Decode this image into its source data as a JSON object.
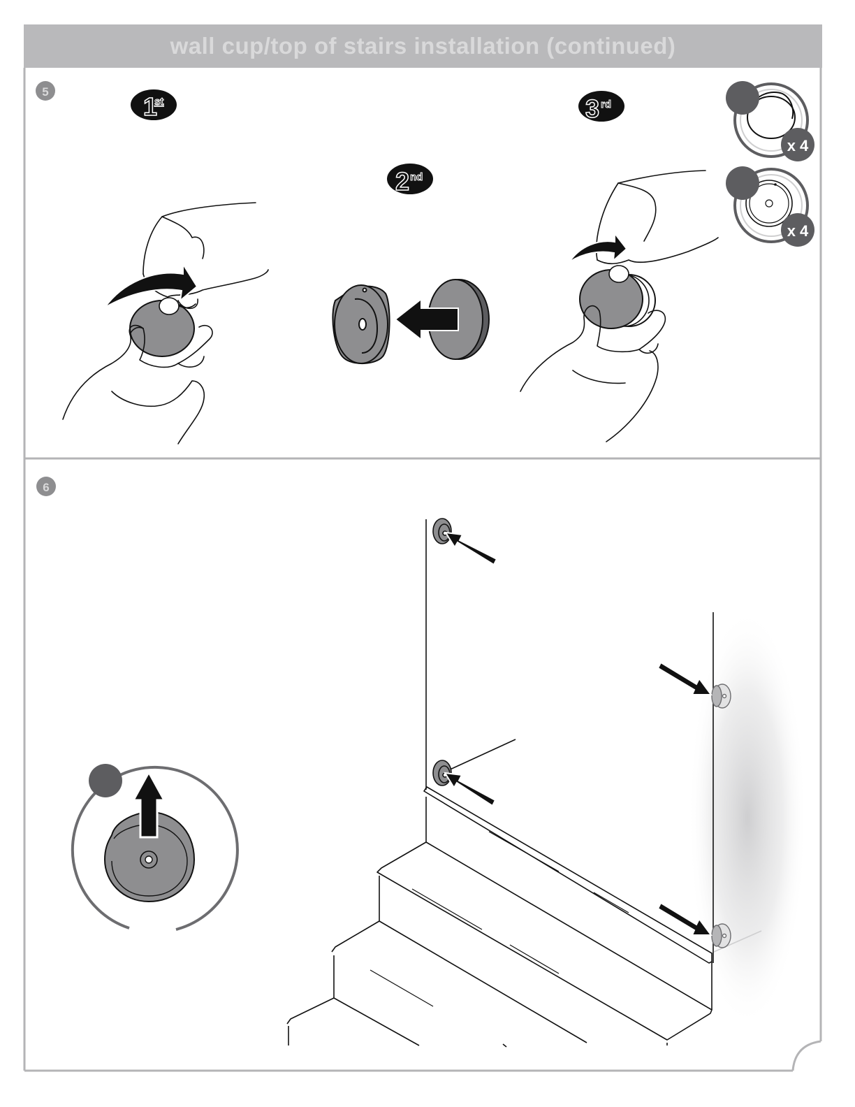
{
  "header": {
    "title": "wall cup/top of stairs installation (continued)"
  },
  "step5": {
    "number": "5",
    "order_badges": [
      {
        "digit": "1",
        "suffix": "st"
      },
      {
        "digit": "2",
        "suffix": "nd"
      },
      {
        "digit": "3",
        "suffix": "rd"
      }
    ],
    "parts": [
      {
        "quantity": "x 4"
      },
      {
        "quantity": "x 4"
      }
    ]
  },
  "step6": {
    "number": "6"
  },
  "colors": {
    "frame": "#b4b4b6",
    "header": "#b9b9bb",
    "part_gray": "#8e8e90",
    "part_dark": "#5d5d60",
    "badge_black": "#111111"
  },
  "icons": [
    "wall-cup-icon",
    "wall-cup-base-icon",
    "arrow-icon",
    "hand-illustration"
  ]
}
